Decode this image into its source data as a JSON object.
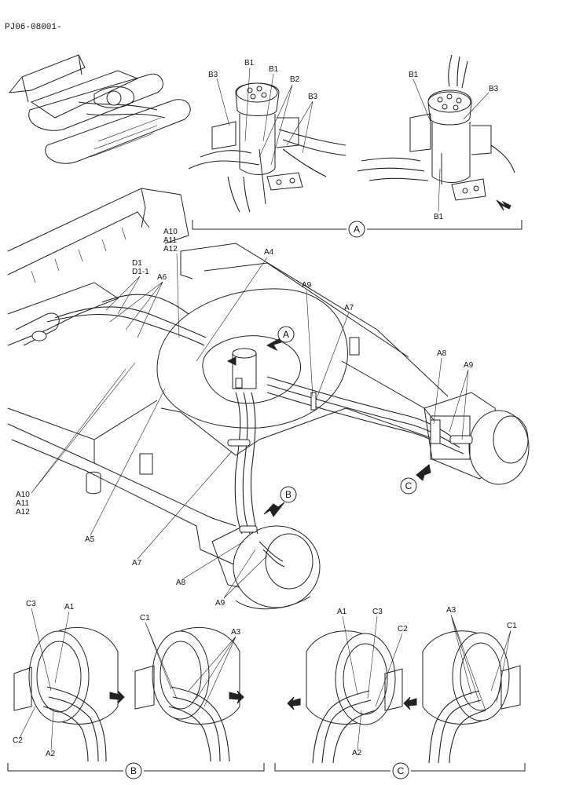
{
  "reference": "PJ06-08001-",
  "views": {
    "A": "A",
    "B": "B",
    "C": "C"
  },
  "labels": {
    "viewA_left": [
      "B3",
      "B1",
      "B1",
      "B2",
      "B3"
    ],
    "viewA_right": [
      "B1",
      "B3",
      "B1"
    ],
    "main": {
      "a10_top": "A10",
      "a11_top": "A11",
      "a12_top": "A12",
      "d1": "D1",
      "d1_1": "D1-1",
      "a6": "A6",
      "a4": "A4",
      "a9_mid": "A9",
      "a7_mid": "A7",
      "a8_right": "A8",
      "a9_right": "A9",
      "a10_left": "A10",
      "a11_left": "A11",
      "a12_left": "A12",
      "a5": "A5",
      "a7_bottom": "A7",
      "a8_bottom": "A8",
      "a9_bottom": "A9"
    },
    "viewB_left": {
      "c3": "C3",
      "a1": "A1",
      "c2": "C2",
      "a2": "A2"
    },
    "viewB_right": {
      "c1": "C1",
      "a3": "A3"
    },
    "viewC_left": {
      "a1": "A1",
      "c3": "C3",
      "c2": "C2",
      "a2": "A2"
    },
    "viewC_right": {
      "a3": "A3",
      "c1": "C1"
    }
  }
}
